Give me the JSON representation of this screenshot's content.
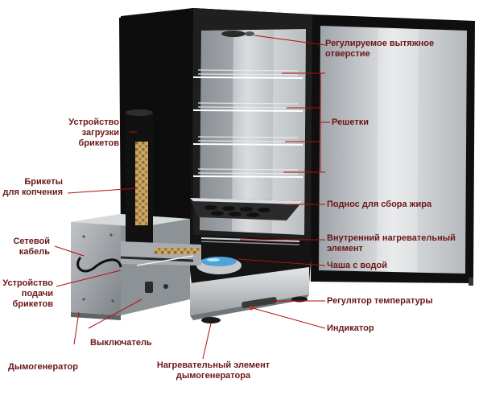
{
  "colors": {
    "label": "#6b1616",
    "leader": "#b30d0d",
    "cabinet": "#1a1a1a",
    "steel": "#b9bdc1",
    "water": "#4fa3d6",
    "briquette": "#c9a96b"
  },
  "labels": {
    "vent": {
      "line1": "Регулируемое вытяжное",
      "line2": "отверстие"
    },
    "racks": "Решетки",
    "drip_tray": "Поднос для сбора жира",
    "inner_heater": {
      "line1": "Внутренний нагревательный",
      "line2": "элемент"
    },
    "water_bowl": "Чаша с водой",
    "thermostat": "Регулятор температуры",
    "indicator": "Индикатор",
    "loader": {
      "line1": "Устройство",
      "line2": "загрузки",
      "line3": "брикетов"
    },
    "briquettes": {
      "line1": "Брикеты",
      "line2": "для копчения"
    },
    "power_cable": {
      "line1": "Сетевой",
      "line2": "кабель"
    },
    "feeder": {
      "line1": "Устройство",
      "line2": "подачи",
      "line3": "брикетов"
    },
    "switch": "Выключатель",
    "smoke_generator": "Дымогенератор",
    "generator_heater": {
      "line1": "Нагревательный элемент",
      "line2": "дымогенератора"
    }
  }
}
